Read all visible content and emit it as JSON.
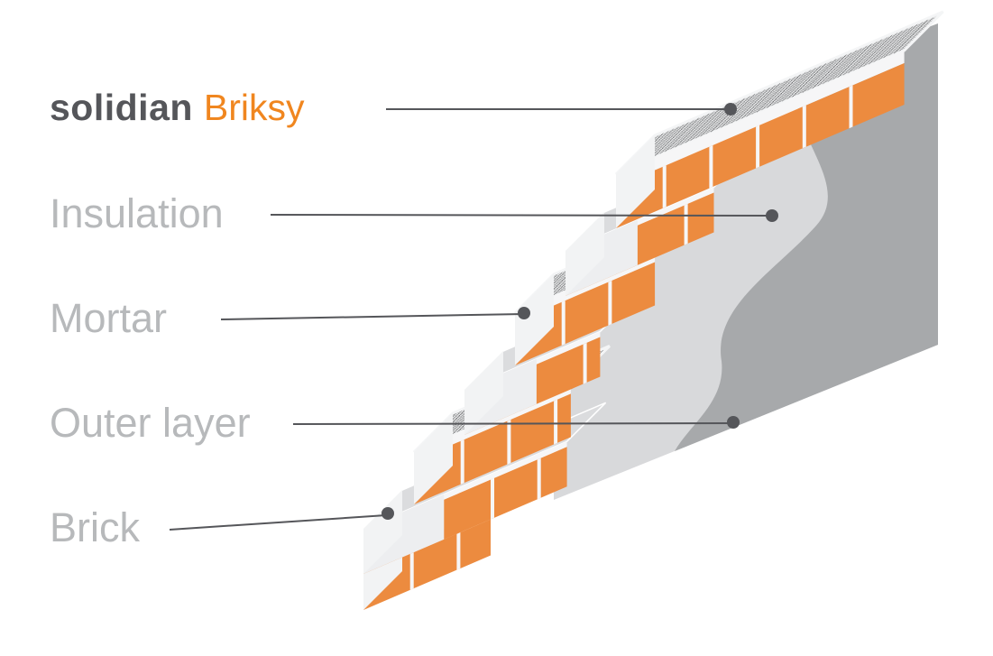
{
  "brand": {
    "name": "solidian",
    "product": "Briksy"
  },
  "labels": {
    "insulation": "Insulation",
    "mortar": "Mortar",
    "outer_layer": "Outer layer",
    "brick": "Brick"
  },
  "colors": {
    "brand_orange": "#F0861F",
    "dark_gray": "#55565A",
    "label_gray": "#B7B9BB",
    "brick_orange": "#EC8B3F",
    "mortar_white": "#F6F6F7",
    "insulation_gray": "#D8D9DB",
    "render_gray": "#A7A9AB",
    "mesh_dark": "#3A3B3D"
  }
}
